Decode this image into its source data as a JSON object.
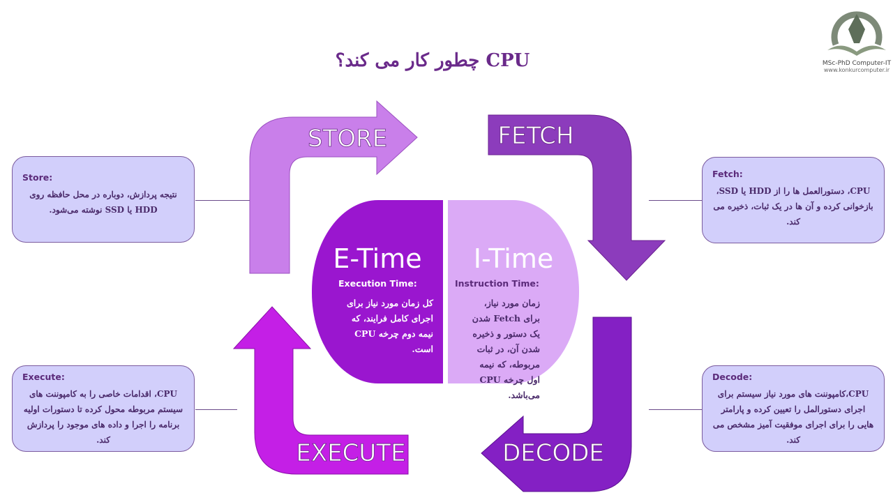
{
  "title": "CPU چطور کار می کند؟",
  "logo": {
    "line1": "MSc-PhD Computer-IT",
    "line2": "www.konkurcomputer.ir"
  },
  "arrows": {
    "store": "STORE",
    "fetch": "FETCH",
    "decode": "DECODE",
    "execute": "EXECUTE"
  },
  "colors": {
    "store": "#c97fea",
    "fetch": "#8c3cbc",
    "decode": "#8420c4",
    "execute": "#c41fe6",
    "etime": "#9a16cf",
    "itime": "#dbaaf6",
    "box": "#d2cffb"
  },
  "center": {
    "etime": {
      "label": "E-Time",
      "sub": "Execution Time:",
      "desc": "کل زمان مورد نیاز برای اجرای کامل فرایند، که نیمه دوم چرخه CPU است."
    },
    "itime": {
      "label": "I-Time",
      "sub": "Instruction Time:",
      "desc": "زمان مورد نیاز، برای Fetch شدن یک دستور و ذخیره شدن آن، در ثبات مربوطه، که نیمه اول چرخه CPU می‌باشد."
    }
  },
  "boxes": {
    "store": {
      "heading": "Store:",
      "text": "نتیجه پردازش، دوباره در محل حافظه روی HDD یا SSD نوشته می‌شود."
    },
    "fetch": {
      "heading": "Fetch:",
      "text": "CPU، دستورالعمل ها را از HDD یا SSD، بازخوانی کرده و آن ها در یک ثبات، ذخیره می کند."
    },
    "execute": {
      "heading": "Execute:",
      "text": "CPU، اقدامات خاصی را به کامپوننت های سیستم مربوطه محول کرده تا دستورات اولیه برنامه را اجرا و داده های موجود را پردازش کند."
    },
    "decode": {
      "heading": "Decode:",
      "text": "CPU،کامپوننت های مورد نیاز سیستم برای اجرای دستورالمل را تعیین کرده و پارامتر هایی را برای اجرای موفقیت آمیز مشخص می کند."
    }
  }
}
